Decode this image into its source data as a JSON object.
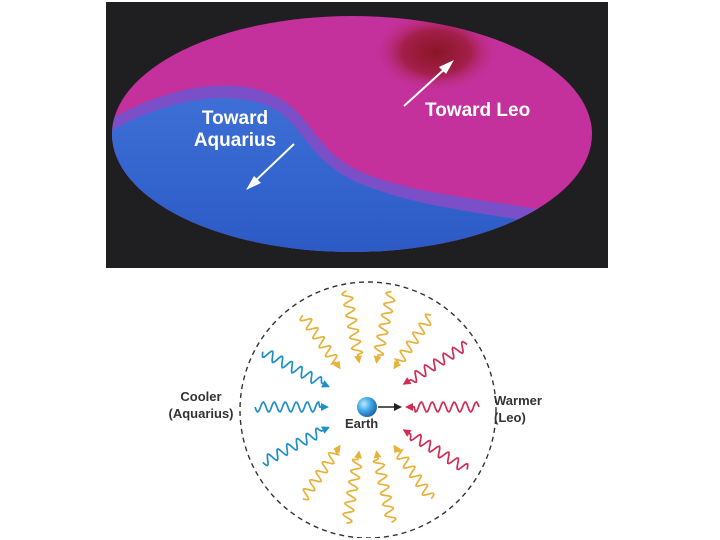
{
  "sky_map": {
    "label_aquarius_line1": "Toward",
    "label_aquarius_line2": "Aquarius",
    "label_leo": "Toward Leo"
  },
  "dipole": {
    "cooler_line1": "Cooler",
    "cooler_line2": "(Aquarius)",
    "warmer_line1": "Warmer",
    "warmer_line2": "(Leo)",
    "earth_label": "Earth"
  },
  "colors": {
    "warm_magenta": "#c8319b",
    "hot_red": "#8e1a2b",
    "cool_blue": "#2f6fd0",
    "wave_yellow": "#e8b23a",
    "wave_red": "#d22c52",
    "wave_blue": "#1f8fc9",
    "earth_blue": "#3fa8e8"
  }
}
